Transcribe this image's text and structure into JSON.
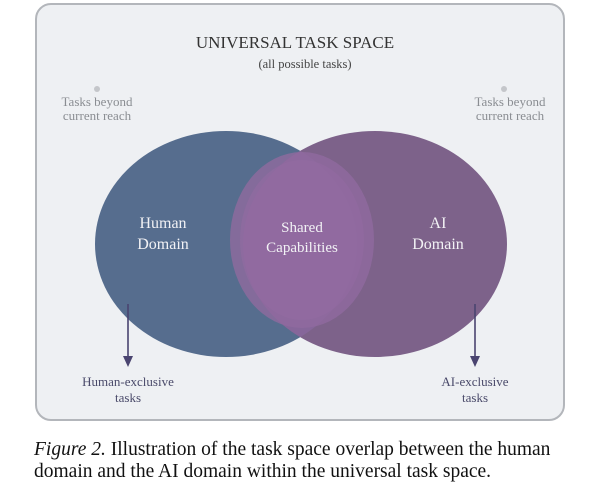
{
  "figure": {
    "title": "UNIVERSAL TASK SPACE",
    "subtitle": "(all possible tasks)",
    "beyond_left": [
      "Tasks beyond",
      "current reach"
    ],
    "beyond_right": [
      "Tasks beyond",
      "current reach"
    ],
    "human_domain": [
      "Human",
      "Domain"
    ],
    "ai_domain": [
      "AI",
      "Domain"
    ],
    "shared": [
      "Shared",
      "Capabilities"
    ],
    "human_exclusive": [
      "Human-exclusive",
      "tasks"
    ],
    "ai_exclusive": [
      "AI-exclusive",
      "tasks"
    ],
    "colors": {
      "human": "#566d8e",
      "ai": "#7d628a",
      "shared": "#906a9f",
      "arrow": "#4a4470",
      "frame_bg": "#eef0f3",
      "frame_border": "#b3b6bb"
    }
  },
  "caption": {
    "label": "Figure 2.",
    "text": " Illustration of the task space overlap between the human domain and the AI domain within the universal task space."
  }
}
